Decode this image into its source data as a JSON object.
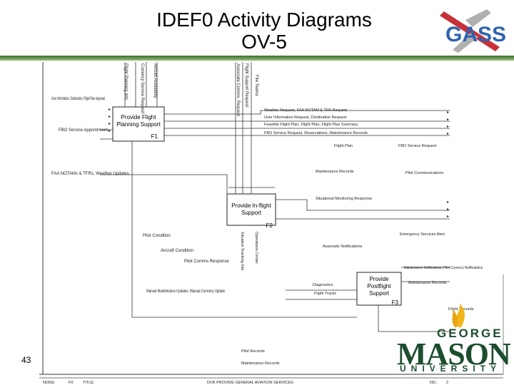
{
  "slide": {
    "title_line1": "IDEF0 Activity Diagrams",
    "title_line2": "OV-5",
    "page_number": "43"
  },
  "logo": {
    "text": "GASS",
    "icon": "airplane-icon"
  },
  "university": {
    "small": "GEORGE",
    "big": "MASON",
    "bottom": "UNIVERSITY"
  },
  "diagram": {
    "boxes": [
      {
        "label1": "Provide Flight",
        "label2": "Planning Support",
        "id": "F1"
      },
      {
        "label1": "Provide In-flight",
        "label2": "Support",
        "id": "F2"
      },
      {
        "label1": "Provide",
        "label2": "Postflight",
        "label3": "Support",
        "id": "F3"
      }
    ],
    "top_inputs": [
      "Flight Planning Info",
      "Currency Service Request",
      "Aircraft Availability",
      "Flight Support Request",
      "Associate Comms. Request",
      "Fire Teams"
    ],
    "left_labels": [
      "User Information, Destination, Flight Plan Approval",
      "FBO Service Appointment",
      "FAA NOTAMs & TFRs, Weather Updates",
      "Pilot Condition",
      "Aircraft Condition",
      "Pilot Comms Response",
      "Manual Maintenance Updates, Manual Currency Update"
    ],
    "right_labels": [
      "Weather Request, FAA NOTAM & TFR Request",
      "User Information Request, Destination Request",
      "Feasible Flight Plan, Flight Plan, Flight Plan Summary",
      "FBO Service Request, Reservations, Maintenance Records",
      "Flight Plan",
      "FBO Service Request",
      "Maintenance Records",
      "Pilot Communications",
      "Situational Monitoring Response",
      "Emergency Services Alert",
      "Associate Notifications",
      "Maintenance Notifications, Pilot Currency Notifications",
      "Maintenance Records",
      "Diagnostics",
      "Flight Tracks",
      "Flight Records",
      "Pilot Records",
      "Maintenance Records"
    ],
    "mid_vertical": [
      "Operations Center",
      "Situation Tracking Info"
    ],
    "footer": {
      "node_label": "NODE:",
      "node_value": "F0",
      "title_label": "TITLE:",
      "title_value": "DVR PROVIDE GENERAL AVIATION SERVICES",
      "no_label": "NO.:",
      "no_value": "2"
    }
  }
}
